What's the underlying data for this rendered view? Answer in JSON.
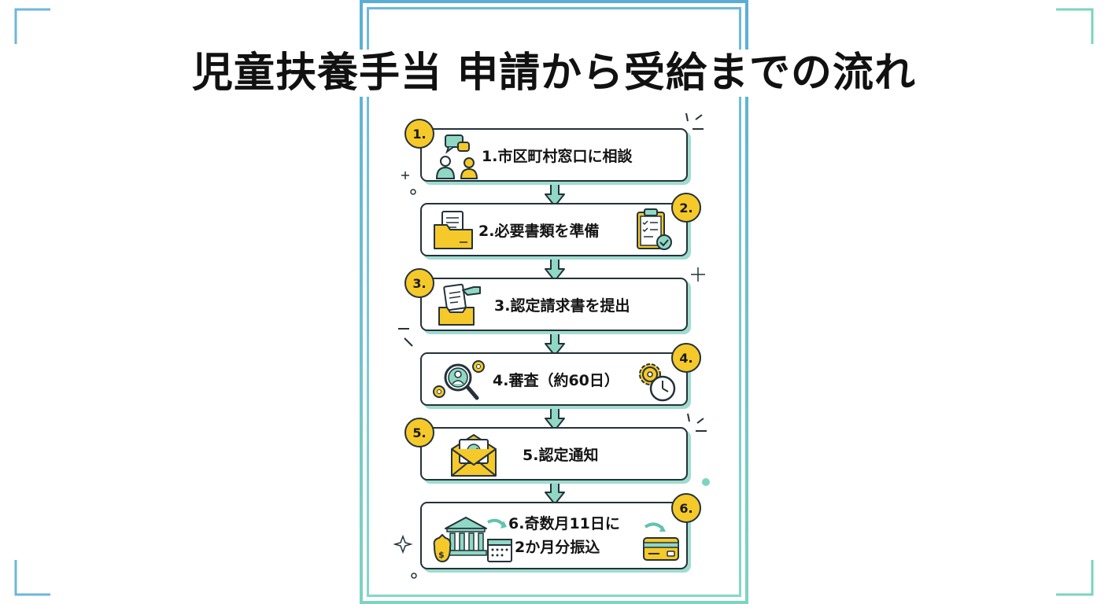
{
  "title": "児童扶養手当 申請から受給までの流れ",
  "colors": {
    "accent_teal": "#5fc3b0",
    "accent_blue": "#5aaed6",
    "badge_yellow": "#f6c92a",
    "outline": "#24323a"
  },
  "steps": [
    {
      "badge": "1.",
      "label": "1.市区町村窓口に相談",
      "icon": "consultation-icon"
    },
    {
      "badge": "2.",
      "label": "2.必要書類を準備",
      "icon": "documents-folder-icon"
    },
    {
      "badge": "3.",
      "label": "3.認定請求書を提出",
      "icon": "submit-form-icon"
    },
    {
      "badge": "4.",
      "label": "4.審査（約60日）",
      "icon": "review-search-icon"
    },
    {
      "badge": "5.",
      "label": "5.認定通知",
      "icon": "notification-envelope-icon"
    },
    {
      "badge": "6.",
      "label_line1": "6.奇数月11日に",
      "label_line2": "2か月分振込",
      "icon": "bank-transfer-icon"
    }
  ]
}
